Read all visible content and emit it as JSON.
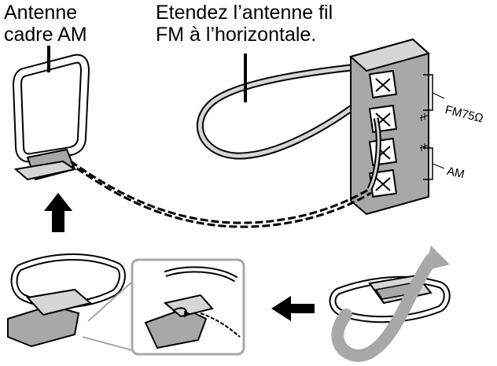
{
  "labels": {
    "am_antenna": [
      "Antenne",
      "cadre AM"
    ],
    "fm_instruction": [
      "Etendez l’antenne fil",
      "FM à l’horizontale."
    ],
    "fm_terminal": "FM75Ω",
    "am_terminal": "AM"
  },
  "icons": [
    "arrow-up-icon",
    "arrow-left-icon",
    "rotate-arrow-icon"
  ],
  "colors": {
    "line": "#000000",
    "gray": "#a8a8a8",
    "light": "#d6d6d6",
    "background": "#ffffff"
  }
}
